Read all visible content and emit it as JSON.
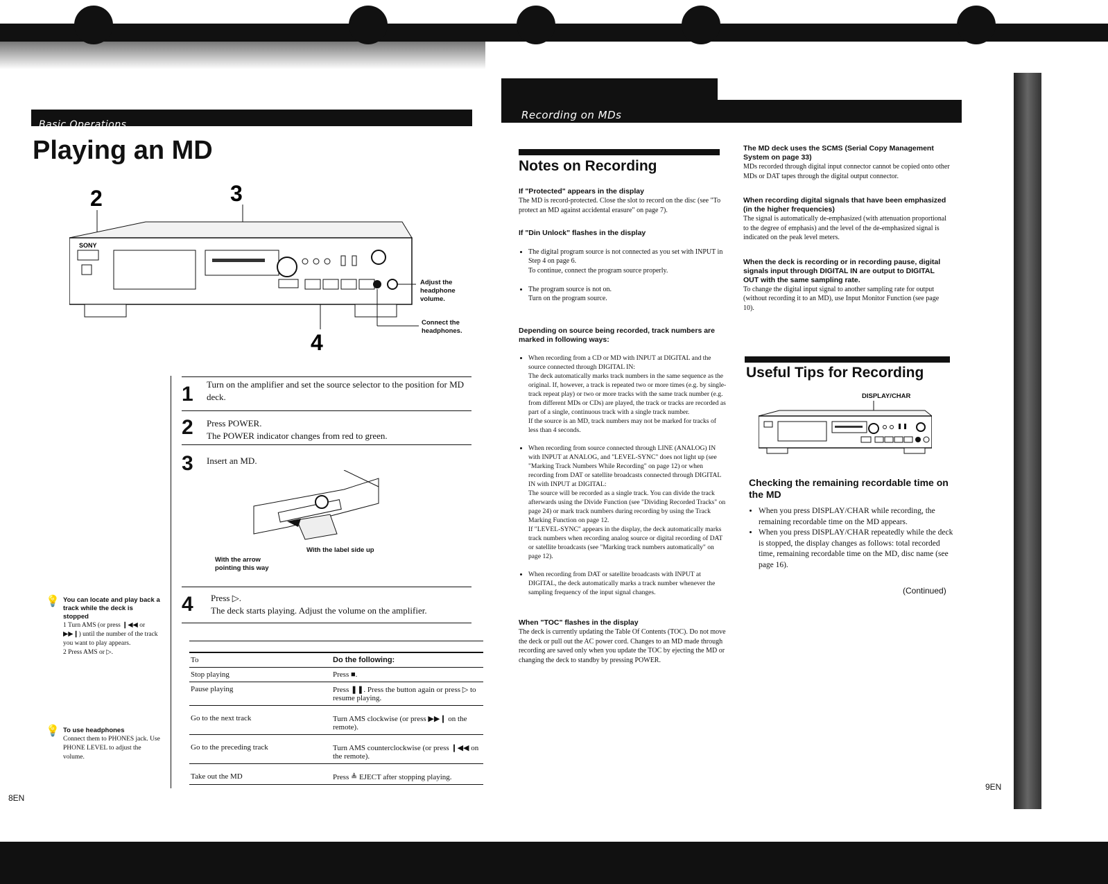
{
  "left_page": {
    "section_label": "Basic Operations",
    "title": "Playing an MD",
    "figure_callouts": {
      "num_2": "2",
      "num_3": "3",
      "num_4": "4",
      "brand": "SONY",
      "adjust_volume": "Adjust the headphone volume.",
      "connect_headphones": "Connect the headphones."
    },
    "steps": [
      {
        "num": "1",
        "lines": [
          "Turn on the amplifier and set the source selector to the position for MD deck."
        ]
      },
      {
        "num": "2",
        "lines": [
          "Press POWER.",
          "The POWER indicator changes from red to green."
        ]
      },
      {
        "num": "3",
        "lines": [
          "Insert an MD."
        ]
      },
      {
        "num": "4",
        "lines": [
          "Press ▷.",
          "The deck starts playing. Adjust the volume on the amplifier."
        ]
      }
    ],
    "insert_callouts": {
      "arrow": "With the arrow pointing this way",
      "label_side": "With the label side up"
    },
    "table": {
      "headers": [
        "To",
        "Do the following:"
      ],
      "rows": [
        [
          "Stop playing",
          "Press ■."
        ],
        [
          "Pause playing",
          "Press ❚❚. Press the button again or press ▷ to resume playing."
        ],
        [
          "Go to the next track",
          "Turn AMS clockwise (or press ▶▶❙ on the remote)."
        ],
        [
          "Go to the preceding track",
          "Turn AMS counterclockwise (or press ❙◀◀ on the remote)."
        ],
        [
          "Take out the MD",
          "Press ≜ EJECT after stopping playing."
        ]
      ]
    },
    "tip1": {
      "heading": "You can locate and play back a track while the deck is stopped",
      "items": [
        "1  Turn AMS (or press ❙◀◀ or ▶▶❙) until the number of the track you want to play appears.",
        "2  Press AMS or ▷."
      ]
    },
    "tip2": {
      "heading": "To use headphones",
      "text": "Connect them to PHONES jack. Use PHONE LEVEL to adjust the volume."
    },
    "page_number": "8EN"
  },
  "right_page": {
    "section_label": "Recording on MDs",
    "notes_title": "Notes on Recording",
    "protected": {
      "heading": "If \"Protected\" appears in the display",
      "text": "The MD is record-protected. Close the slot to record on the disc (see \"To protect an MD against accidental erasure\" on page 7)."
    },
    "din_unlock": {
      "heading": "If \"Din Unlock\" flashes in the display",
      "items": [
        "The digital program source is not connected as you set with INPUT in Step 4 on page 6.\nTo continue, connect the program source properly.",
        "The program source is not on.\nTurn on the program source."
      ]
    },
    "track_numbers": {
      "heading": "Depending on source being recorded, track numbers are marked in following ways:",
      "items": [
        "When recording from a CD or MD with INPUT at DIGITAL and the source connected through DIGITAL IN:\nThe deck automatically marks track numbers in the same sequence as the original. If, however, a track is repeated two or more times (e.g. by single-track repeat play) or two or more tracks with the same track number (e.g. from different MDs or CDs) are played, the track or tracks are recorded as part of a single, continuous track with a single track number.\nIf the source is an MD, track numbers may not be marked for tracks of less than 4 seconds.",
        "When recording from source connected through LINE (ANALOG) IN with INPUT at ANALOG, and \"LEVEL-SYNC\" does not light up (see \"Marking Track Numbers While Recording\" on page 12) or when recording from DAT or satellite broadcasts connected through DIGITAL IN with INPUT at DIGITAL:\nThe source will be recorded as a single track. You can divide the track afterwards using the Divide Function (see \"Dividing Recorded Tracks\" on page 24) or mark track numbers during recording by using the Track Marking Function on page 12.\nIf \"LEVEL-SYNC\" appears in the display, the deck automatically marks track numbers when recording analog source or digital recording of DAT or satellite broadcasts (see \"Marking track numbers automatically\" on page 12).",
        "When recording from DAT or satellite broadcasts with INPUT at DIGITAL, the deck automatically marks a track number whenever the sampling frequency of the input signal changes."
      ]
    },
    "toc": {
      "heading": "When \"TOC\" flashes in the display",
      "text": "The deck is currently updating the Table Of Contents (TOC). Do not move the deck or pull out the AC power cord. Changes to an MD made through recording are saved only when you update the TOC by ejecting the MD or changing the deck to standby by pressing POWER."
    },
    "scms": {
      "heading": "The MD deck uses the SCMS (Serial Copy Management System on page 33)",
      "text": "MDs recorded through digital input connector cannot be copied onto other MDs or DAT tapes through the digital output connector."
    },
    "emphasized": {
      "heading": "When recording digital signals that have been emphasized (in the higher frequencies)",
      "text": "The signal is automatically de-emphasized (with attenuation proportional to the degree of emphasis) and the level of the de-emphasized signal is indicated on the peak level meters."
    },
    "pause_output": {
      "heading": "When the deck is recording or in recording pause, digital signals input through DIGITAL IN are output to DIGITAL OUT with the same sampling rate.",
      "text": "To change the digital input signal to another sampling rate for output (without recording it to an MD), use Input Monitor Function (see page 10)."
    },
    "tips_title": "Useful Tips for Recording",
    "display_char_label": "DISPLAY/CHAR",
    "remaining": {
      "heading": "Checking the remaining recordable time on the MD",
      "items": [
        "When you press DISPLAY/CHAR while recording, the remaining recordable time on the MD appears.",
        "When you press DISPLAY/CHAR repeatedly while the deck is stopped, the display changes as follows: total recorded time, remaining recordable time on the MD, disc name (see page 16)."
      ]
    },
    "continued": "(Continued)",
    "page_number": "9EN"
  }
}
